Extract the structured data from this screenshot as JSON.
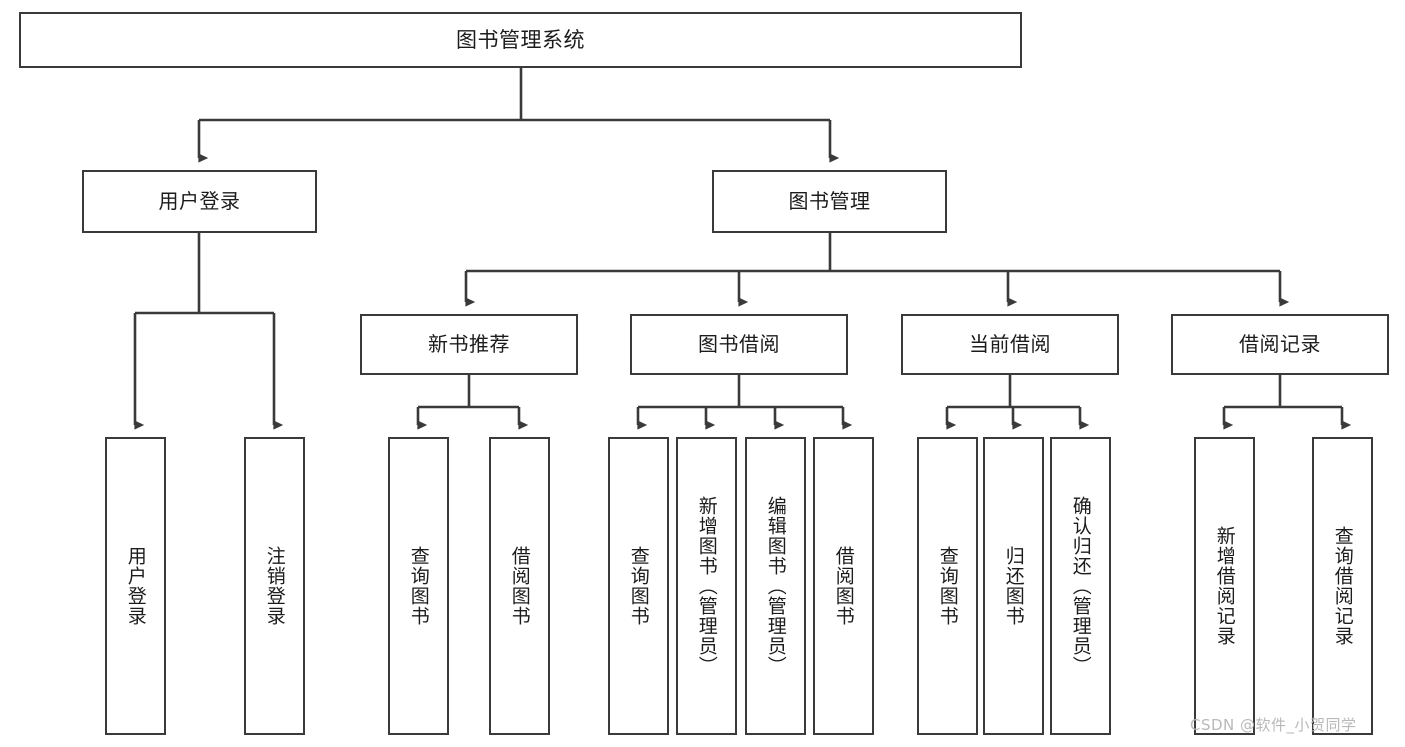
{
  "diagram": {
    "type": "tree",
    "title": "图书管理系统",
    "root": {
      "id": "root",
      "label": "图书管理系统"
    },
    "level2": [
      {
        "id": "user-login",
        "label": "用户登录"
      },
      {
        "id": "book-manage",
        "label": "图书管理"
      }
    ],
    "level3": [
      {
        "id": "new-book-rec",
        "label": "新书推荐",
        "parent": "book-manage"
      },
      {
        "id": "book-borrow",
        "label": "图书借阅",
        "parent": "book-manage"
      },
      {
        "id": "current-borrow",
        "label": "当前借阅",
        "parent": "book-manage"
      },
      {
        "id": "borrow-record",
        "label": "借阅记录",
        "parent": "book-manage"
      }
    ],
    "leaves": [
      {
        "id": "leaf-user-login",
        "label": "用户登录",
        "parent": "user-login"
      },
      {
        "id": "leaf-user-logout",
        "label": "注销登录",
        "parent": "user-login"
      },
      {
        "id": "leaf-query-book-1",
        "label": "查询图书",
        "parent": "new-book-rec"
      },
      {
        "id": "leaf-borrow-book-1",
        "label": "借阅图书",
        "parent": "new-book-rec"
      },
      {
        "id": "leaf-query-book-2",
        "label": "查询图书",
        "parent": "book-borrow"
      },
      {
        "id": "leaf-add-book",
        "label": "新增图书（管理员）",
        "parent": "book-borrow"
      },
      {
        "id": "leaf-edit-book",
        "label": "编辑图书（管理员）",
        "parent": "book-borrow"
      },
      {
        "id": "leaf-borrow-book-2",
        "label": "借阅图书",
        "parent": "book-borrow"
      },
      {
        "id": "leaf-query-book-3",
        "label": "查询图书",
        "parent": "current-borrow"
      },
      {
        "id": "leaf-return-book",
        "label": "归还图书",
        "parent": "current-borrow"
      },
      {
        "id": "leaf-confirm-return",
        "label": "确认归还（管理员）",
        "parent": "current-borrow"
      },
      {
        "id": "leaf-add-record",
        "label": "新增借阅记录",
        "parent": "borrow-record"
      },
      {
        "id": "leaf-query-record",
        "label": "查询借阅记录",
        "parent": "borrow-record"
      }
    ]
  },
  "watermark": {
    "text": "CSDN @软件_小贺同学"
  },
  "colors": {
    "border": "#3a3a3a",
    "text": "#1c1c1c",
    "background": "#ffffff",
    "watermark": "#b9b9b9"
  }
}
